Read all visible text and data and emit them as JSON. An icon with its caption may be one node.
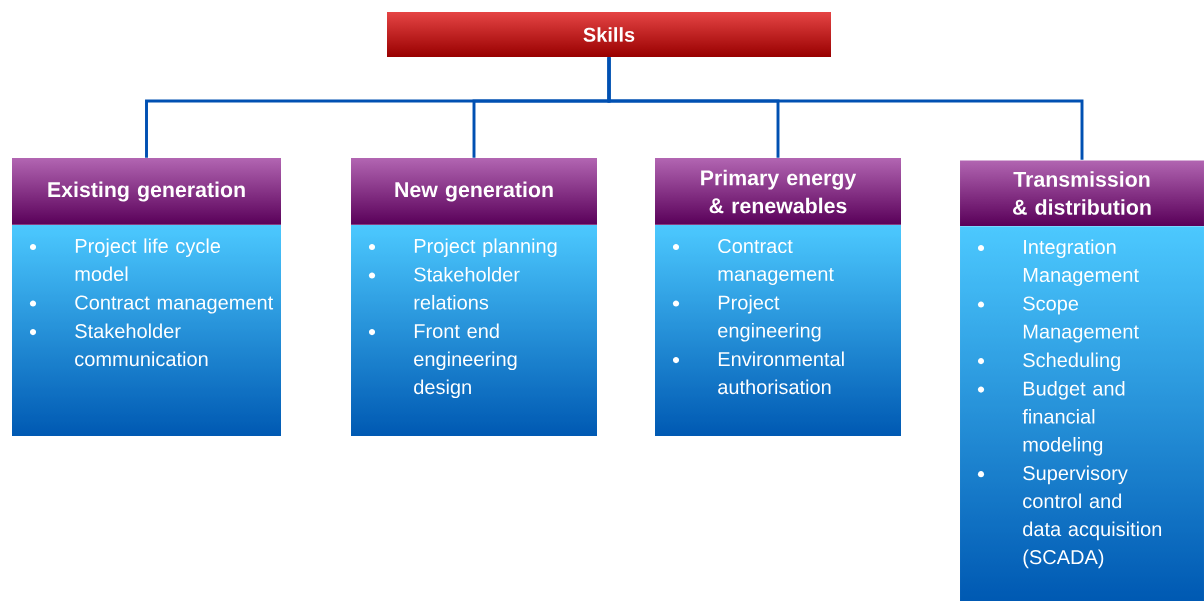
{
  "diagram": {
    "nodes": [
      {
        "text": [
          "Skills"
        ]
      },
      {
        "text": [
          "Existing generation",
          "Project life cycle model",
          "Contract management",
          "Stakeholder communication"
        ]
      },
      {
        "text": [
          "New generation",
          "Project planning",
          "Stakeholder relations",
          "Front end engineering design"
        ]
      },
      {
        "text": [
          "Primary energy & renewables",
          "Contract management",
          "Project engineering",
          "Environmental authorisation"
        ]
      },
      {
        "text": [
          "Transmission & distribution",
          "Integration Management",
          "Scope Management",
          "Scheduling",
          "Budget and financial modeling",
          "Supervisory control and data acquisition (SCADA)"
        ]
      }
    ],
    "edges": [
      {
        "from": 0,
        "to": 1,
        "arrow": "none"
      },
      {
        "from": 0,
        "to": 2,
        "arrow": "none"
      },
      {
        "from": 0,
        "to": 3,
        "arrow": "none"
      },
      {
        "from": 0,
        "to": 4,
        "arrow": "none"
      }
    ]
  }
}
